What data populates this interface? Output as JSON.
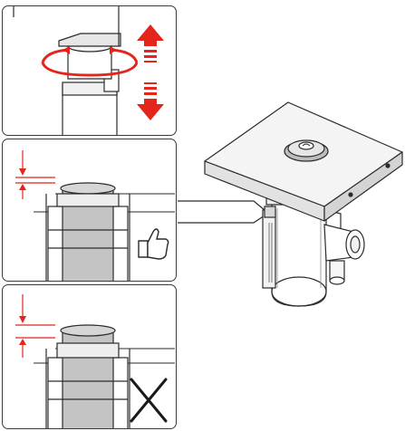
{
  "figure": {
    "colors": {
      "line": "#2b2b2b",
      "red": "#e4251c",
      "gray_fill": "#c4c4c4",
      "light_gray": "#e6e6e6",
      "box_top": "#f4f4f4",
      "box_side": "#e2e2e2"
    },
    "panels": [
      {
        "id": "rotate-adjust",
        "icons": [
          "rotation-arrow-icon",
          "up-down-arrow-icon"
        ]
      },
      {
        "id": "correct-height",
        "icons": [
          "thumbs-up-icon"
        ],
        "status": "correct"
      },
      {
        "id": "incorrect-height",
        "icons": [
          "cross-mark-icon"
        ],
        "status": "incorrect"
      }
    ]
  }
}
